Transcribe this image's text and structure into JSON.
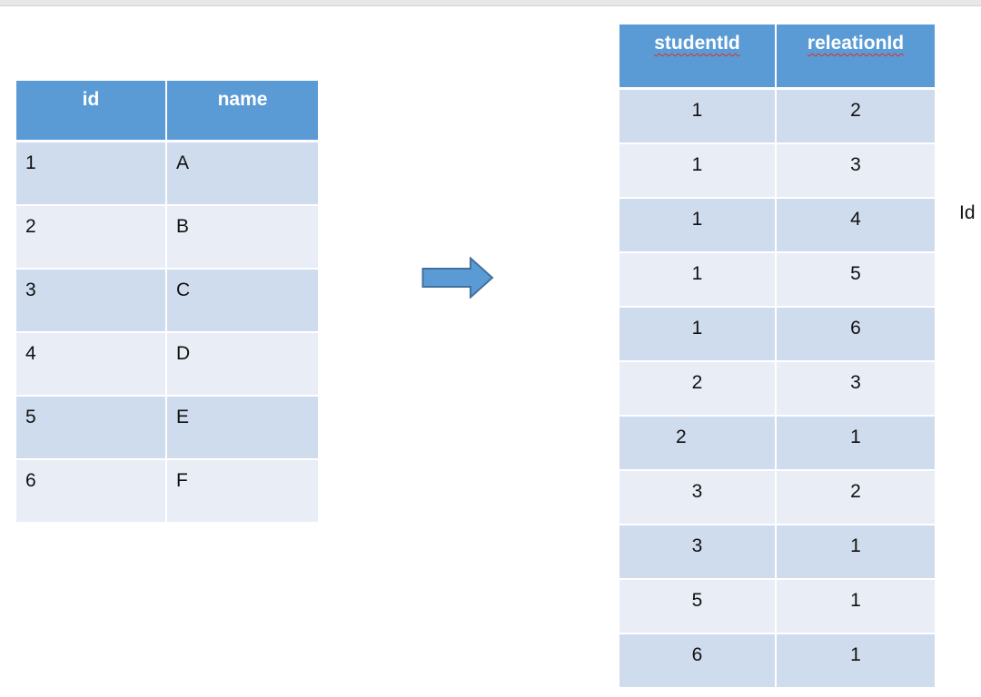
{
  "student_table": {
    "headers": [
      "id",
      "name"
    ],
    "rows": [
      [
        "1",
        "A"
      ],
      [
        "2",
        "B"
      ],
      [
        "3",
        "C"
      ],
      [
        "4",
        "D"
      ],
      [
        "5",
        "E"
      ],
      [
        "6",
        "F"
      ]
    ]
  },
  "relation_table": {
    "headers": [
      "studentId",
      "releationId"
    ],
    "rows": [
      [
        "1",
        "2"
      ],
      [
        "1",
        "3"
      ],
      [
        "1",
        "4"
      ],
      [
        "1",
        "5"
      ],
      [
        "1",
        "6"
      ],
      [
        "2",
        "3"
      ],
      [
        "2",
        "1"
      ],
      [
        "3",
        "2"
      ],
      [
        "3",
        "1"
      ],
      [
        "5",
        "1"
      ],
      [
        "6",
        "1"
      ]
    ]
  },
  "side_note": "Id",
  "arrow": {
    "icon": "right-arrow-icon",
    "fill": "#5b9bd5",
    "stroke": "#41719c"
  },
  "colors": {
    "header": "#5b9bd5",
    "row_dark": "#cfdcee",
    "row_light": "#e8edf6"
  }
}
